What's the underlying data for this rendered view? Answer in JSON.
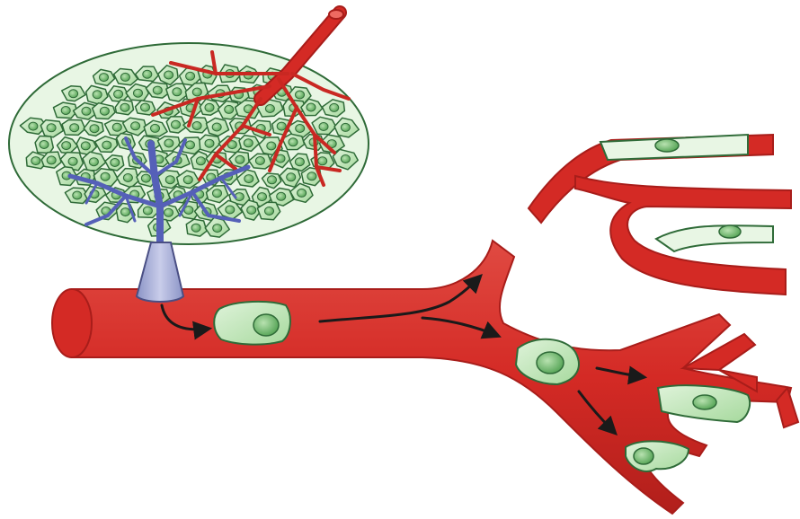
{
  "figure": {
    "colors": {
      "background": "#ffffff",
      "blood_vessel": "#d42a25",
      "blood_vessel_dark": "#a81d1a",
      "vessel_highlight": "#ee6a62",
      "tumor_cell_fill": "#bfe6b8",
      "tumor_cell_edge": "#2f6b38",
      "nucleus_fill": "#7fc17e",
      "lymphatic": "#5560b8",
      "lymph_entry": "#a9b0d8",
      "arrow": "#1a1a1a"
    },
    "icons": {
      "primary_tumor": "cell-cluster",
      "tumor_vasculature": "branching-vessel",
      "lymphatic_vessel": "branching-lymph",
      "main_vessel": "vessel-tube",
      "circulating_cell": "tumor-cell",
      "flow_arrow": "arrow"
    }
  }
}
